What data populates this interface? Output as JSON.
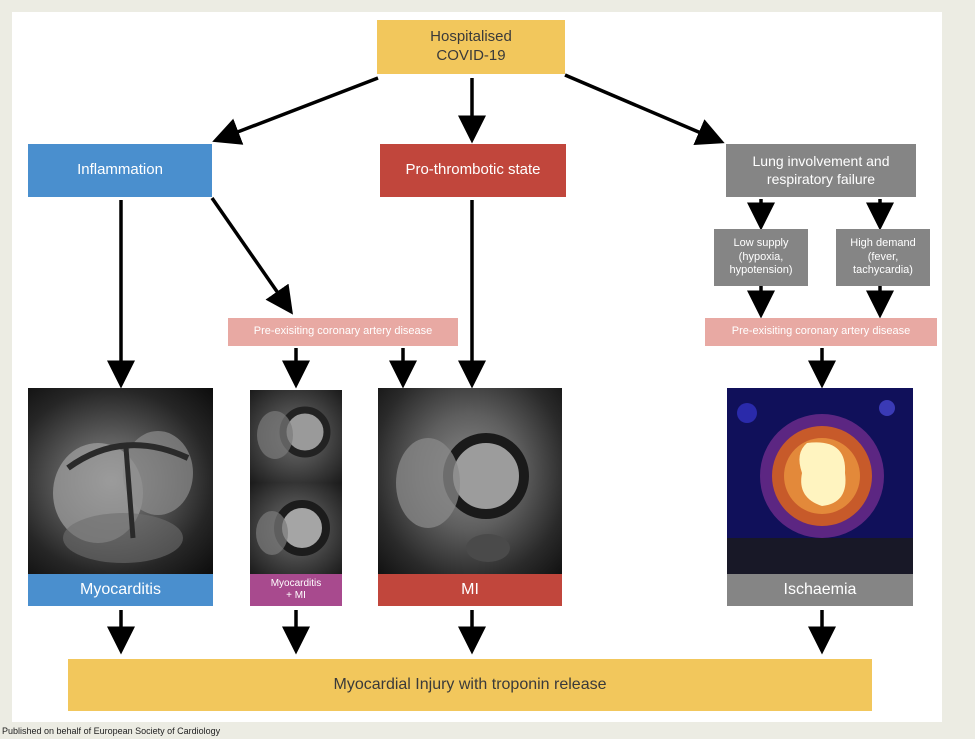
{
  "nodes": {
    "top": "Hospitalised\nCOVID-19",
    "inflammation": "Inflammation",
    "prothrombotic": "Pro-thrombotic state",
    "lung": "Lung involvement and\nrespiratory failure",
    "low_supply": "Low supply\n(hypoxia,\nhypotension)",
    "high_demand": "High demand\n(fever,\ntachycardia)",
    "cad_left": "Pre-exisiting coronary artery disease",
    "cad_right": "Pre-exisiting coronary artery disease",
    "myocarditis": "Myocarditis",
    "myocarditis_mi": "Myocarditis\n+ MI",
    "mi": "MI",
    "ischaemia": "Ischaemia",
    "bottom": "Myocardial Injury with troponin release"
  },
  "footer": "Published on behalf of European Society of Cardiology",
  "colors": {
    "yellow": "#f2c75c",
    "blue": "#4a8fce",
    "red": "#c1463c",
    "gray": "#858585",
    "pink": "#e8a9a3",
    "purple": "#a84a8e"
  }
}
